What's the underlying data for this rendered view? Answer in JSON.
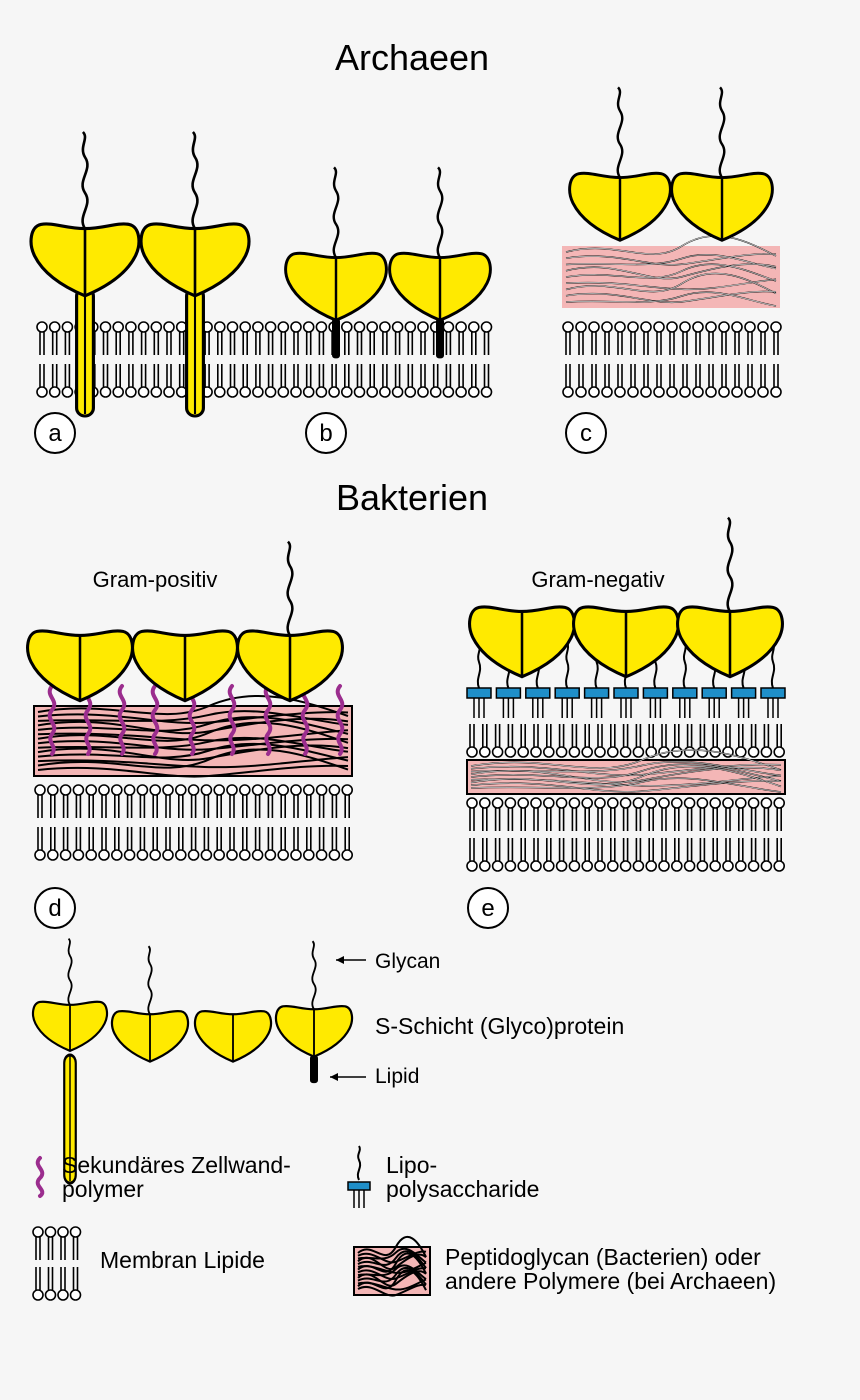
{
  "headings": {
    "archaea": "Archaeen",
    "bacteria": "Bakterien",
    "gram_positive": "Gram-positiv",
    "gram_negative": "Gram-negativ"
  },
  "panels": [
    "a",
    "b",
    "c",
    "d",
    "e"
  ],
  "legend": {
    "glycan": "Glycan",
    "s_layer_protein": "S-Schicht (Glyco)protein",
    "lipid": "Lipid",
    "secondary_polymer_line1": "Sekundäres Zellwand-",
    "secondary_polymer_line2": "polymer",
    "lps_line1": "Lipo-",
    "lps_line2": "polysaccharide",
    "membrane_lipids": "Membran Lipide",
    "peptidoglycan_line1": "Peptidoglycan (Bacterien) oder",
    "peptidoglycan_line2": "andere Polymere (bei Archaeen)"
  },
  "colors": {
    "protein": "#ffea00",
    "peptidoglycan": "#f4b6b6",
    "secondary_polymer": "#9b2d8e",
    "lps_block": "#1f8fc9",
    "background": "#f6f6f6"
  }
}
